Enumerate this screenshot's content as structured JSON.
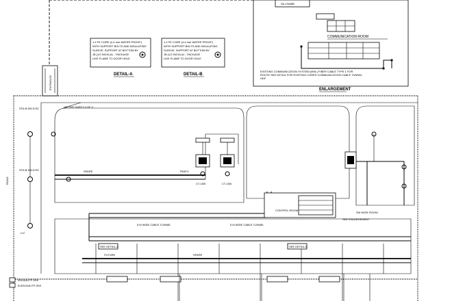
{
  "detail_a": {
    "title": "DETAIL-A",
    "note": [
      "1.4 FE CORE (4.4 mm WATER PROOF)",
      "WITH SUPPORT BOLTS AND INSULATING",
      "SLEEVE, SUPPORT AT BOTTOM BY",
      "JB (1/2 INCH) AL - PACKAGE",
      "LIKE FLAME TO DOOR HOLE"
    ]
  },
  "detail_b": {
    "title": "DETAIL-B",
    "note": [
      "1.4 FE CORE (4.4 mm WATER PROOF)",
      "WITH SUPPORT BOLTS AND INSULATING",
      "SLEEVE, SUPPORT AT BOTTOM BY",
      "JB (1/2 INCH) AL - PACKAGE",
      "LIKE FLAME TO DOOR HOLE"
    ]
  },
  "enlargement": {
    "title": "ENLARGEMENT",
    "room_title": "COMMUNICATION ROOM",
    "top_label": "SA-1SNBB",
    "notes": [
      "EXISTING COMMUNICATION SYSTEM (MIN.) FIBER CABLE TYPE 1 FOR",
      "ROUTE SEE DETAIL FOR EXISTING CORES COMMUNICATION CABLE TUNNEL",
      "HDF"
    ]
  },
  "labels": {
    "control_room": "CONTROL ROOM",
    "cable_tunnel_top": "5 M WIDE CABLE TUNNEL",
    "cable_tunnel_mid": "5 M WIDE CABLE TUNNEL",
    "sw_room": "SW WIDE ROOM",
    "tunnel_enlargement": "SEE ENLARGEMENT",
    "fiber_a": "STA.B-5SLN EC",
    "fiber_b": "STA.B-5SLN EC",
    "meter": "METER SHEET-3 OF 3",
    "road_left": "ROAD",
    "entrance": "ENTRANCE",
    "pointer_a": "SEE DETAIL-A",
    "pointer_b": "SEE DETAIL-B",
    "legend_a": "5SLN/4UTP-9SK",
    "legend_b": "B-5SLN/4UTP-9SK",
    "ct_a": "CT-1SB",
    "ct_b": "CT-1SB",
    "transformer": "TRAFO",
    "lv": "L/V",
    "spare": "SPARE",
    "future": "FUTURE"
  }
}
